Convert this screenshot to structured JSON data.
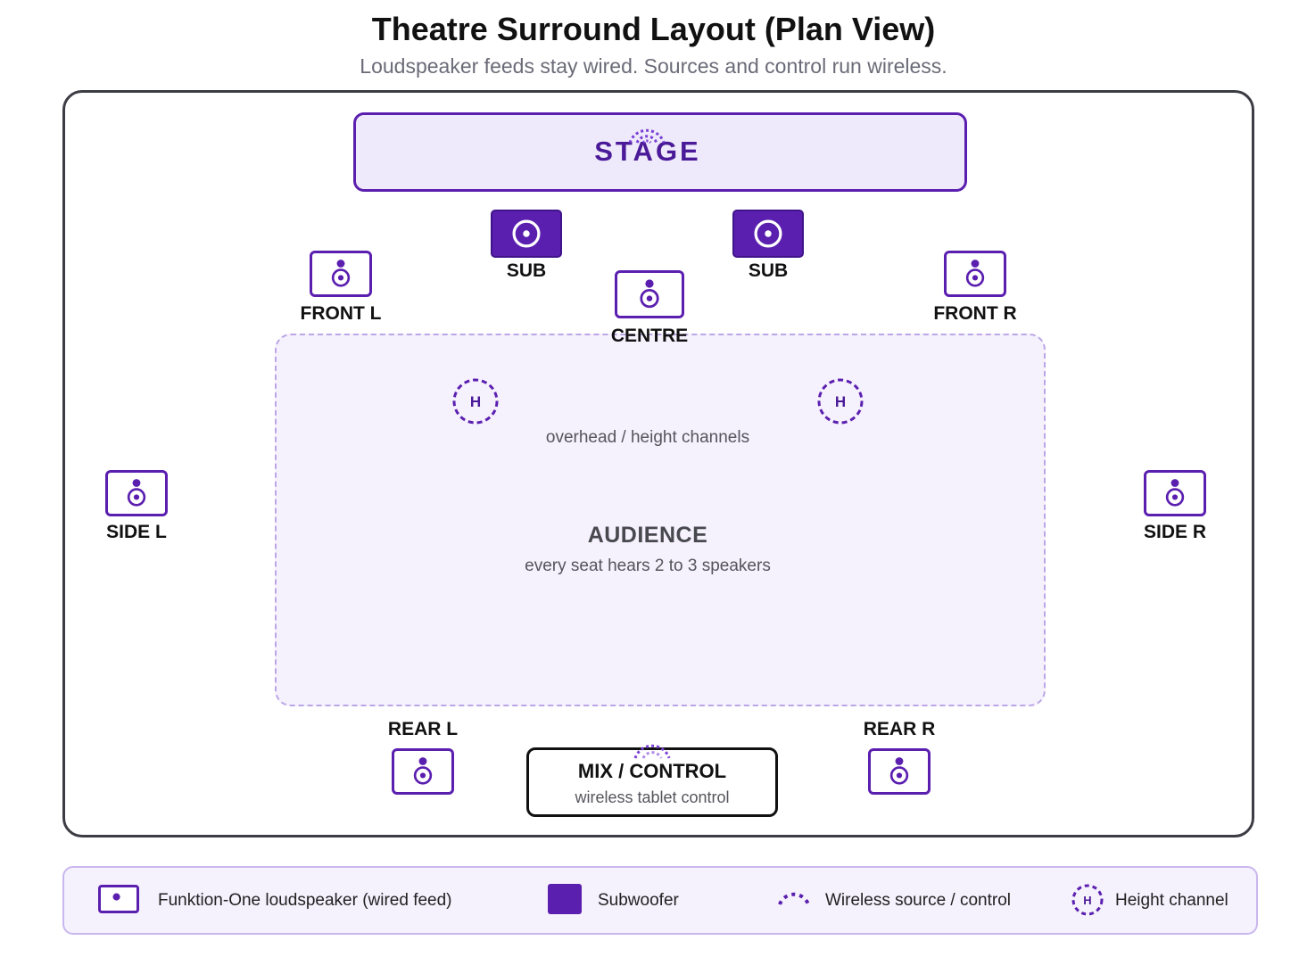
{
  "header": {
    "title": "Theatre Surround Layout (Plan View)",
    "subtitle": "Loudspeaker feeds stay wired. Sources and control run wireless."
  },
  "stage": {
    "label": "STAGE"
  },
  "audience": {
    "title": "AUDIENCE",
    "subtitle": "every seat hears 2 to 3 speakers",
    "height_note": "overhead / height channels"
  },
  "speakers": {
    "sub_left": "SUB",
    "sub_right": "SUB",
    "front_left": "FRONT L",
    "front_right": "FRONT R",
    "centre": "CENTRE",
    "side_left": "SIDE L",
    "side_right": "SIDE R",
    "rear_left": "REAR L",
    "rear_right": "REAR R"
  },
  "height_channels": {
    "left": "H",
    "right": "H"
  },
  "mix": {
    "title": "MIX / CONTROL",
    "subtitle": "wireless tablet control"
  },
  "legend": {
    "loudspeaker": "Funktion-One loudspeaker (wired feed)",
    "subwoofer": "Subwoofer",
    "wireless": "Wireless source / control",
    "height": "Height channel",
    "height_symbol": "H"
  },
  "colors": {
    "accent": "#5b1fb0",
    "stage_fill": "#efeafb",
    "audience_fill": "#f5f1fd",
    "audience_border": "#bba6e6",
    "wireless": "#7a3fd6"
  }
}
